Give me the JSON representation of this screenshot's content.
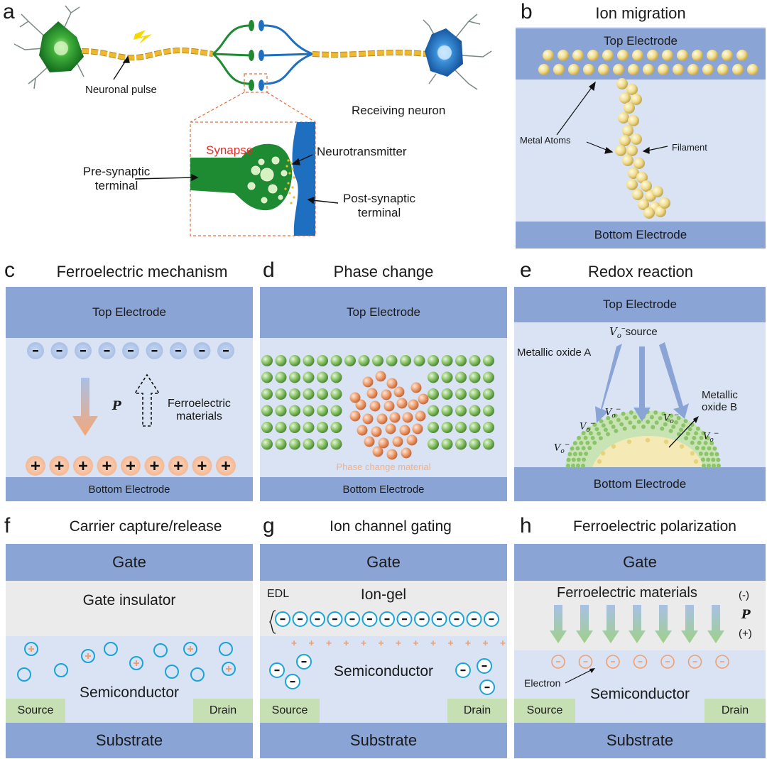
{
  "panel_a": {
    "letter": "a",
    "neuronal_pulse": "Neuronal pulse",
    "receiving_neuron": "Receiving neuron",
    "synapse": "Synapse",
    "neurotransmitter": "Neurotransmitter",
    "pre_synaptic": [
      "Pre-synaptic",
      "terminal"
    ],
    "post_synaptic": [
      "Post-synaptic",
      "terminal"
    ]
  },
  "panel_b": {
    "letter": "b",
    "title": "Ion migration",
    "top": "Top Electrode",
    "bottom": "Bottom Electrode",
    "metal_atoms": "Metal Atoms",
    "filament": "Filament"
  },
  "panel_c": {
    "letter": "c",
    "title": "Ferroelectric mechanism",
    "top": "Top Electrode",
    "bottom": "Bottom Electrode",
    "p": "P",
    "ferro": [
      "Ferroelectric",
      "materials"
    ]
  },
  "panel_d": {
    "letter": "d",
    "title": "Phase change",
    "top": "Top Electrode",
    "bottom": "Bottom Electrode",
    "pcm": "Phase change material"
  },
  "panel_e": {
    "letter": "e",
    "title": "Redox reaction",
    "top": "Top Electrode",
    "bottom": "Bottom Electrode",
    "source": "source",
    "oxide_a": "Metallic oxide A",
    "oxide_b": [
      "Metallic",
      "oxide B"
    ],
    "vo_v": "V",
    "vo_sub": "o",
    "vo_sup": "−"
  },
  "panel_f": {
    "letter": "f",
    "title": "Carrier capture/release",
    "gate": "Gate",
    "insulator": "Gate insulator",
    "semi": "Semiconductor",
    "source": "Source",
    "drain": "Drain",
    "substrate": "Substrate"
  },
  "panel_g": {
    "letter": "g",
    "title": "Ion channel gating",
    "gate": "Gate",
    "edl": "EDL",
    "iongel": "Ion-gel",
    "semi": "Semiconductor",
    "source": "Source",
    "drain": "Drain",
    "substrate": "Substrate"
  },
  "panel_h": {
    "letter": "h",
    "title": "Ferroelectric polarization",
    "gate": "Gate",
    "ferro": "Ferroelectric materials",
    "minus": "(-)",
    "plus": "(+)",
    "p": "P",
    "electron": "Electron",
    "semi": "Semiconductor",
    "source": "Source",
    "drain": "Drain",
    "substrate": "Substrate"
  },
  "colors": {
    "electrode": "#8aa4d6",
    "device_body": "#dae3f3",
    "neuron_green": "#1e8a32",
    "neuron_blue": "#1f6fc0",
    "atom_yellow": "#f0dc8c",
    "atom_green": "#8cc46a",
    "atom_orange": "#f0a070",
    "ion_cyan": "#1aa3d9",
    "electron_orange": "#f0a070",
    "synapse_red": "#e0302a"
  }
}
